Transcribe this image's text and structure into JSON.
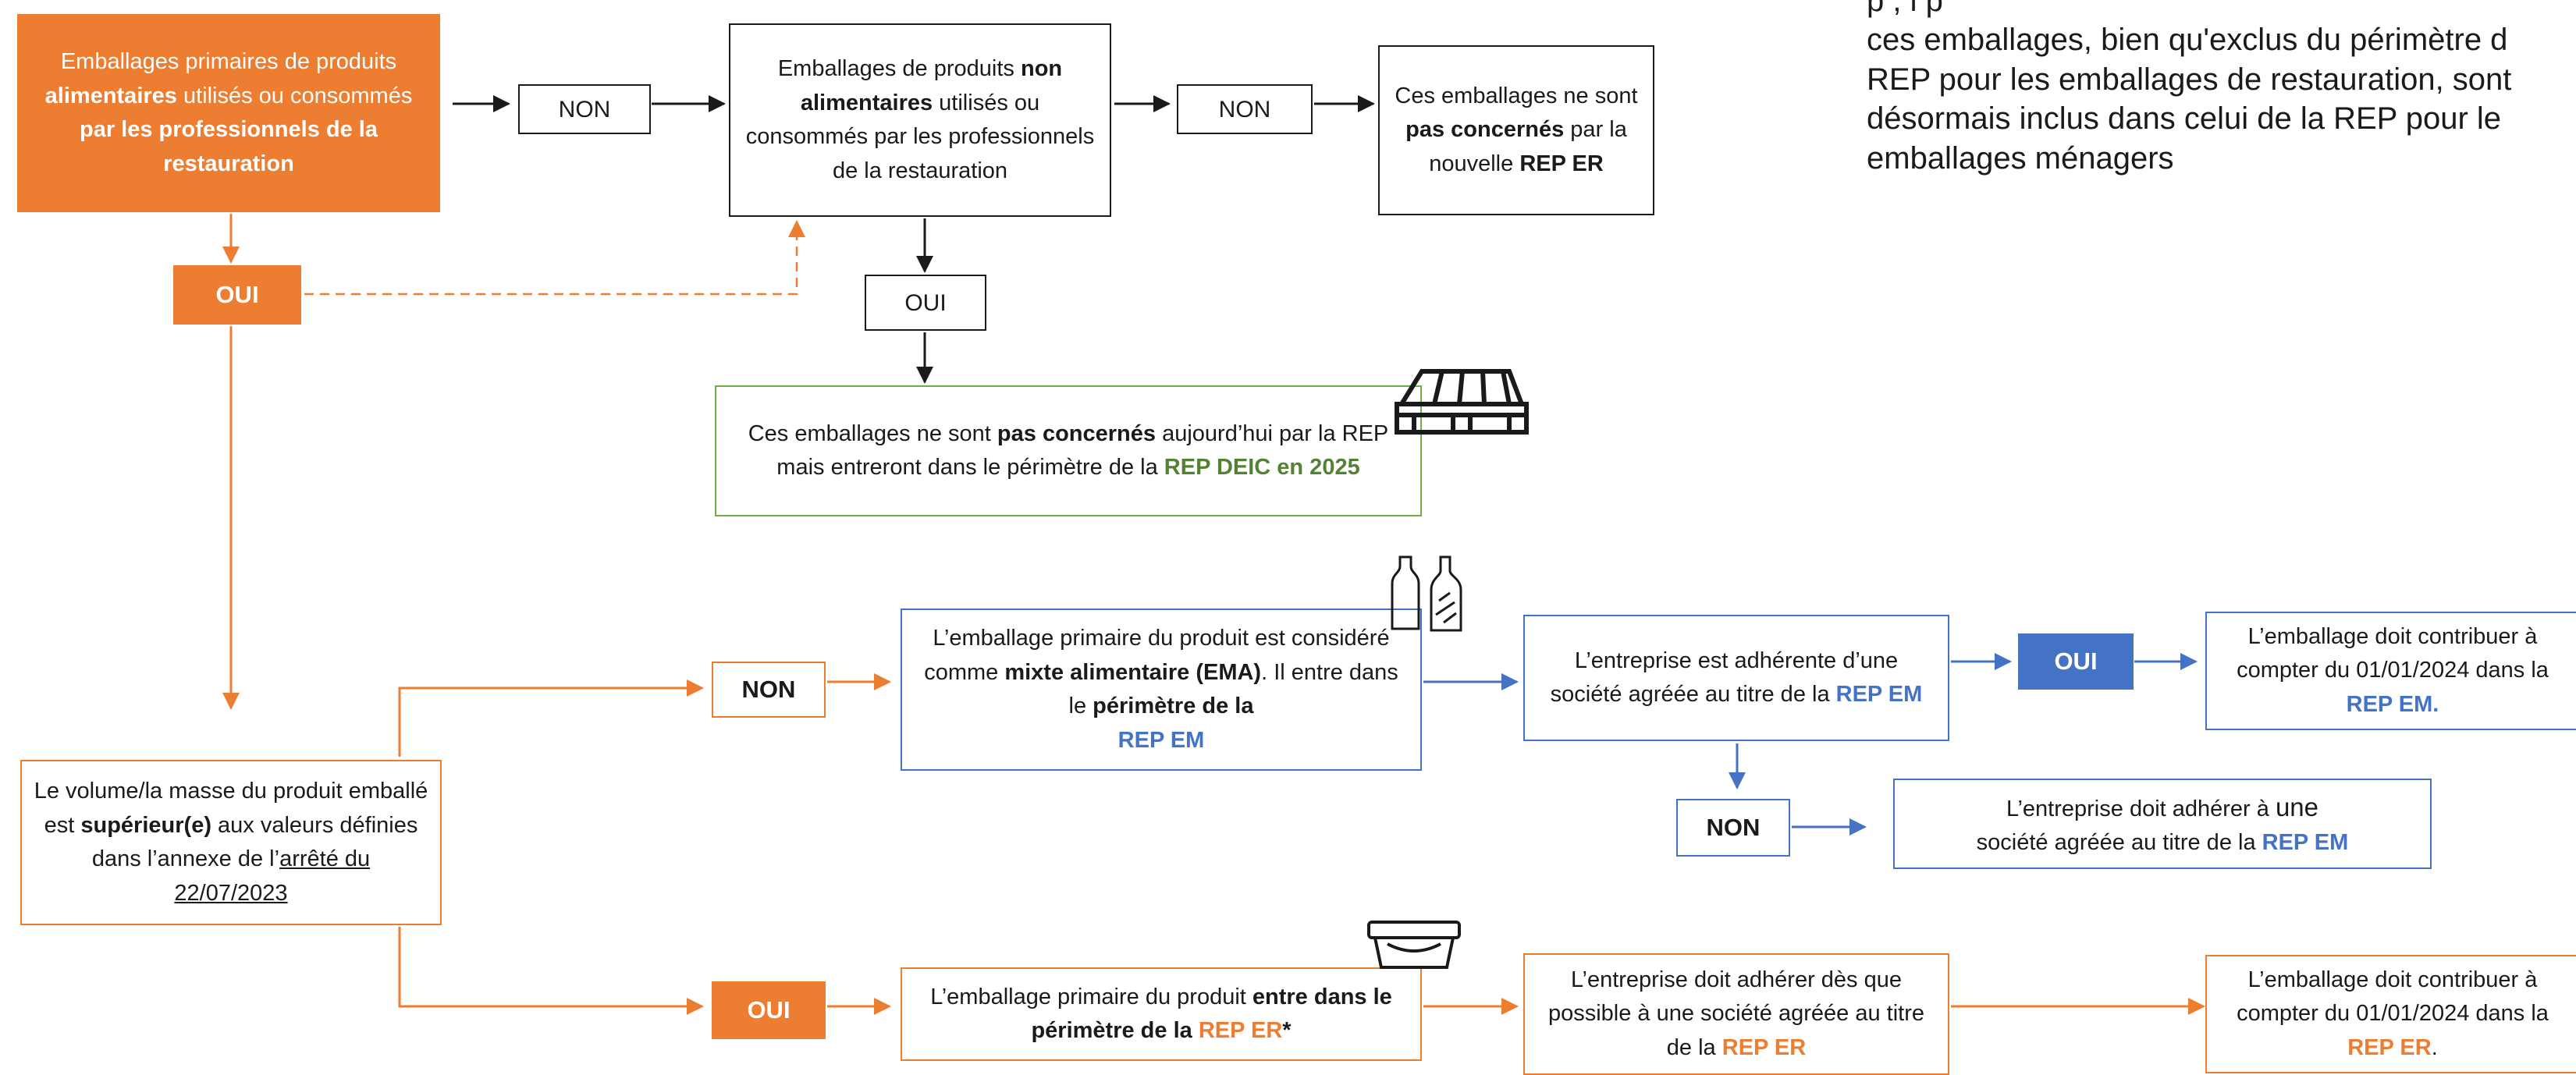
{
  "colors": {
    "orange": "#ED7D31",
    "blue": "#4472C4",
    "green": "#70AD47",
    "black": "#1a1a1a"
  },
  "side_note": {
    "line0": "p                              , l  p",
    "line1": "ces emballages, bien qu'exclus du périmètre d",
    "line2": "REP pour les emballages de restauration, sont",
    "line3": "désormais inclus dans celui de la REP pour le",
    "line4": "emballages ménagers"
  },
  "top_row": {
    "food_box": {
      "p1": "Emballages primaires de produits ",
      "b1": "alimentaires",
      "p2": " utilisés ou consommés ",
      "b2": "par les professionnels de la restauration"
    },
    "non_label_1": "NON",
    "nonfood_box": {
      "p1": "Emballages de produits ",
      "b1": "non alimentaires",
      "p2": " utilisés ou consommés par les professionnels de la restauration"
    },
    "non_label_2": "NON",
    "not_concerned_box": {
      "p1": "Ces emballages ne sont ",
      "b1": "pas concernés",
      "p2": " par la nouvelle ",
      "b2": "REP ER"
    },
    "oui_label_left": "OUI",
    "oui_label_mid": "OUI",
    "deic_box": {
      "p1": "Ces emballages ne sont ",
      "b1": "pas concernés",
      "p2": " aujourd’hui par la REP mais entreront dans le périmètre de la ",
      "g1": "REP DEIC en 2025"
    },
    "pallet_icon": "pallet"
  },
  "volume_box": {
    "p1": "Le volume/la masse du produit emballé est ",
    "b1": "supérieur(e)",
    "p2": " aux valeurs définies dans l’annexe de l’",
    "u1": "arrêté du 22/07/2023"
  },
  "em_branch": {
    "non_label": "NON",
    "ema_box": {
      "p1": "L’emballage primaire du produit est considéré comme ",
      "b1": "mixte alimentaire (EMA)",
      "p2": ". Il entre dans le ",
      "b2": "périmètre de la",
      "bl1": "REP EM"
    },
    "bottles_icon": "bottles",
    "member_box": {
      "p1": "L’entreprise est adhérente d’une société agréée au titre de la ",
      "bl1": "REP EM"
    },
    "oui_label": "OUI",
    "contribute_box": {
      "p1": "L’emballage doit contribuer à compter du 01/01/2024 dans la ",
      "bl1": "REP EM."
    },
    "non_label_2": "NON",
    "must_join_box": {
      "p1": "L’entreprise doit adhérer à ",
      "p1b": "une",
      "p2": "société agréée au titre de la ",
      "bl1": "REP EM"
    }
  },
  "er_branch": {
    "oui_label": "OUI",
    "er_box": {
      "p1": "L’emballage primaire du produit ",
      "b1": "entre dans le périmètre de la ",
      "o1": "REP ER",
      "b2": "*"
    },
    "bucket_icon": "bucket",
    "join_box": {
      "p1": "L’entreprise doit adhérer dès que possible à une société agréée au titre de la ",
      "o1": "REP ER"
    },
    "contribute_box": {
      "p1": "L’emballage doit contribuer à compter du 01/01/2024 dans la ",
      "o1": "REP ER",
      "p2": "."
    }
  }
}
